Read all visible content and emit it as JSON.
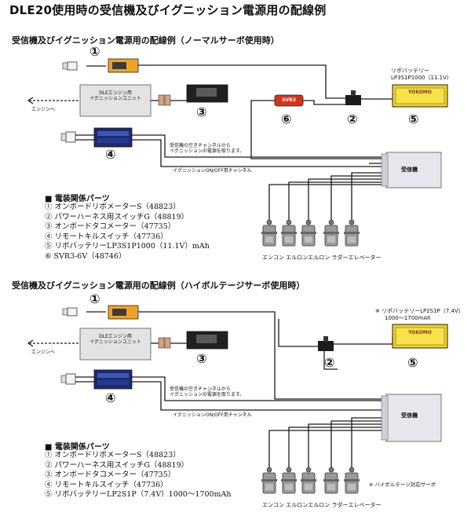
{
  "title": "DLE20使用時の受信機及びイグニッション電源用の配線例",
  "sections": [
    {
      "heading": "受信機及びイグニッション電源用の配線例（ノーマルサーボ使用時）",
      "numbers": [
        "①",
        "②",
        "③",
        "④",
        "⑤",
        "⑥"
      ],
      "unit_label_1": "DLEエンジン用",
      "unit_label_2": "イグニッションユニット",
      "engine_label": "エンジンへ",
      "battery_label_1": "リポバッテリー",
      "battery_label_2": "LP3S1P1000（11.1V）",
      "battery_brand": "YOKOMO",
      "svr_label": "SVR3",
      "receiver_label": "受信機",
      "note_1": "受信機の空きチャンネルから",
      "note_2": "イグニッションの電源を取ります。",
      "onoff_label": "イグニッションON/OFF用チャンネル",
      "servo_labels": "エンコン エルロンエルロン ラダーエレベーター",
      "parts_heading": "■ 電装関係パーツ",
      "parts": [
        "① オンボードリポメーターS（48823）",
        "② パワーハーネス用スイッチG（48819）",
        "③ オンボードタコメーター（47735）",
        "④ リモートキルスイッチ（47736）",
        "⑤ リポバッテリーLP3S1P1000（11.1V）mAh",
        "⑥ SVR3-6V（48746）"
      ]
    },
    {
      "heading": "受信機及びイグニッション電源用の配線例（ハイボルテージサーボ使用時）",
      "numbers": [
        "①",
        "②",
        "③",
        "④",
        "⑤"
      ],
      "unit_label_1": "DLEエンジン用",
      "unit_label_2": "イグニッションユニット",
      "engine_label": "エンジンへ",
      "battery_label_1": "※ リポバッテリーLP2S1P（7.4V）",
      "battery_label_2": "1000～1700mAh",
      "battery_brand": "YOKOMO",
      "receiver_label": "受信機",
      "note_1": "受信機の空きチャンネルから",
      "note_2": "イグニッションの電源を取ります。",
      "onoff_label": "イグニッションON/OFF用チャンネル",
      "servo_labels": "エンコン エルロンエルロン ラダーエレベーター",
      "hv_note": "※ ハイボルテージ対応サーボ",
      "parts_heading": "■ 電装関係パーツ",
      "parts": [
        "① オンボードリポメーターS（48823）",
        "② パワーハーネス用スイッチG（48819）",
        "③ オンボードタコメーター（47735）",
        "④ リモートキルスイッチ（47736）",
        "⑤ リポバッテリーLP2S1P（7.4V）1000～1700mAh"
      ]
    }
  ],
  "colors": {
    "wire": "#1a1a1a",
    "receiver_fill": "#e6e6ec",
    "svr_red": "#d8321c",
    "meter_orange": "#e8a020",
    "battery_yellow": "#f0d020"
  }
}
